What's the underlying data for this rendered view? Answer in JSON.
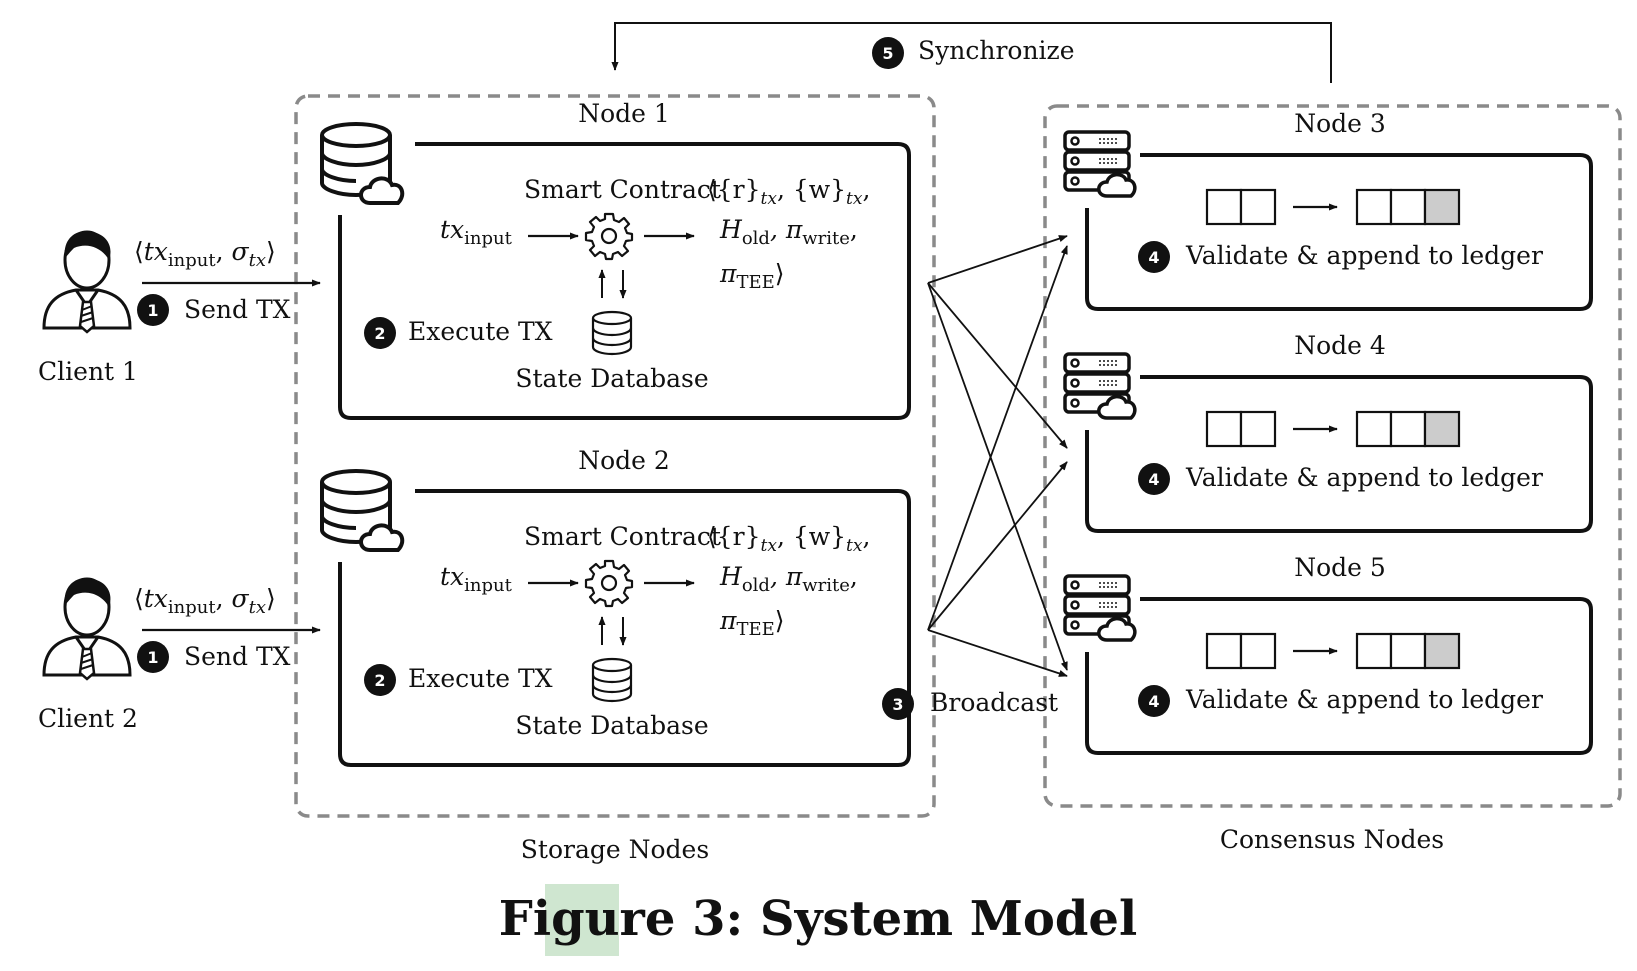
{
  "sync_label": "Synchronize",
  "step_numbers": {
    "one": "1",
    "two": "2",
    "three": "3",
    "four": "4",
    "five": "5"
  },
  "clients": [
    {
      "name": "Client 1",
      "tuple_open": "⟨",
      "tx": "tx",
      "input_sub": "input",
      "comma": ", ",
      "sigma": "σ",
      "sigma_sub": "tx",
      "tuple_close": "⟩",
      "action": "Send TX"
    },
    {
      "name": "Client 2",
      "tuple_open": "⟨",
      "tx": "tx",
      "input_sub": "input",
      "comma": ", ",
      "sigma": "σ",
      "sigma_sub": "tx",
      "tuple_close": "⟩",
      "action": "Send TX"
    }
  ],
  "storage_nodes": [
    {
      "title": "Node 1",
      "execute": "Execute TX",
      "state_db": "State Database",
      "smart_contract": "Smart Contract",
      "tx_input_main": "tx",
      "tx_input_sub": "input",
      "out_line1": "⟨{r}",
      "out_line1_sub": "tx",
      "out_line1_mid": ", {w}",
      "out_line1_sub2": "tx",
      "out_line1_end": ",",
      "h": "H",
      "h_sub": "old",
      "pi": ", π",
      "pi_sub": "write",
      "pi_end": ",",
      "pi2": "π",
      "pi2_sub": "TEE",
      "close": "⟩"
    },
    {
      "title": "Node 2",
      "execute": "Execute TX",
      "state_db": "State Database",
      "smart_contract": "Smart Contract",
      "tx_input_main": "tx",
      "tx_input_sub": "input",
      "out_line1": "⟨{r}",
      "out_line1_sub": "tx",
      "out_line1_mid": ", {w}",
      "out_line1_sub2": "tx",
      "out_line1_end": ",",
      "h": "H",
      "h_sub": "old",
      "pi": ", π",
      "pi_sub": "write",
      "pi_end": ",",
      "pi2": "π",
      "pi2_sub": "TEE",
      "close": "⟩"
    }
  ],
  "broadcast_label": "Broadcast",
  "consensus_nodes": [
    {
      "title": "Node 3",
      "action": "Validate & append to ledger"
    },
    {
      "title": "Node 4",
      "action": "Validate & append to ledger"
    },
    {
      "title": "Node 5",
      "action": "Validate & append to ledger"
    }
  ],
  "group_labels": {
    "storage": "Storage Nodes",
    "consensus": "Consensus Nodes"
  },
  "caption": "Figure 3: System Model",
  "colors": {
    "dashed_border": "#8a8a8a",
    "ledger_new_block": "#cccccc",
    "caption_highlight": "#cfe6d0"
  }
}
